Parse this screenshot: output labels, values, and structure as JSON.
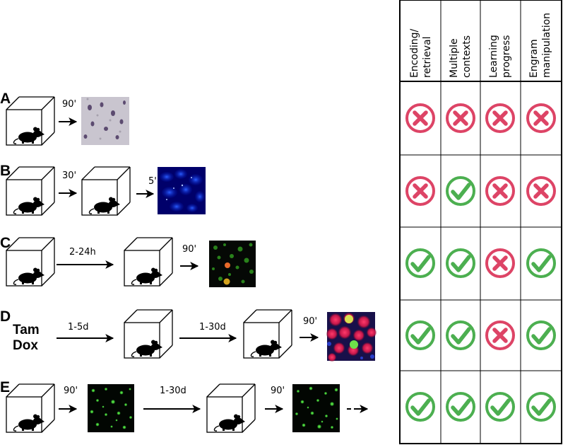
{
  "table": {
    "headers": [
      [
        "Encoding/",
        "retrieval"
      ],
      [
        "Multiple",
        "contexts"
      ],
      [
        "Learning",
        "progress"
      ],
      [
        "Engram",
        "manipulation"
      ]
    ],
    "rows": [
      [
        "cross",
        "cross",
        "cross",
        "cross"
      ],
      [
        "cross",
        "check",
        "cross",
        "cross"
      ],
      [
        "check",
        "check",
        "cross",
        "check"
      ],
      [
        "check",
        "check",
        "cross",
        "check"
      ],
      [
        "check",
        "check",
        "check",
        "check"
      ]
    ]
  },
  "panels": [
    {
      "letter": "A",
      "labels": [
        "90'"
      ]
    },
    {
      "letter": "B",
      "labels": [
        "30'",
        "5'"
      ]
    },
    {
      "letter": "C",
      "labels": [
        "2-24h",
        "90'"
      ]
    },
    {
      "letter": "D",
      "labels": [
        "1-5d",
        "1-30d",
        "90'"
      ],
      "drugs": [
        "Tam",
        "Dox"
      ]
    },
    {
      "letter": "E",
      "labels": [
        "90'",
        "1-30d",
        "90'"
      ]
    }
  ],
  "colors": {
    "check": "#4caf50",
    "cross": "#dd4466"
  },
  "icons": {
    "box": "cage-box-icon",
    "mouse": "mouse-icon",
    "check": "check-circle-icon",
    "cross": "cross-circle-icon"
  }
}
